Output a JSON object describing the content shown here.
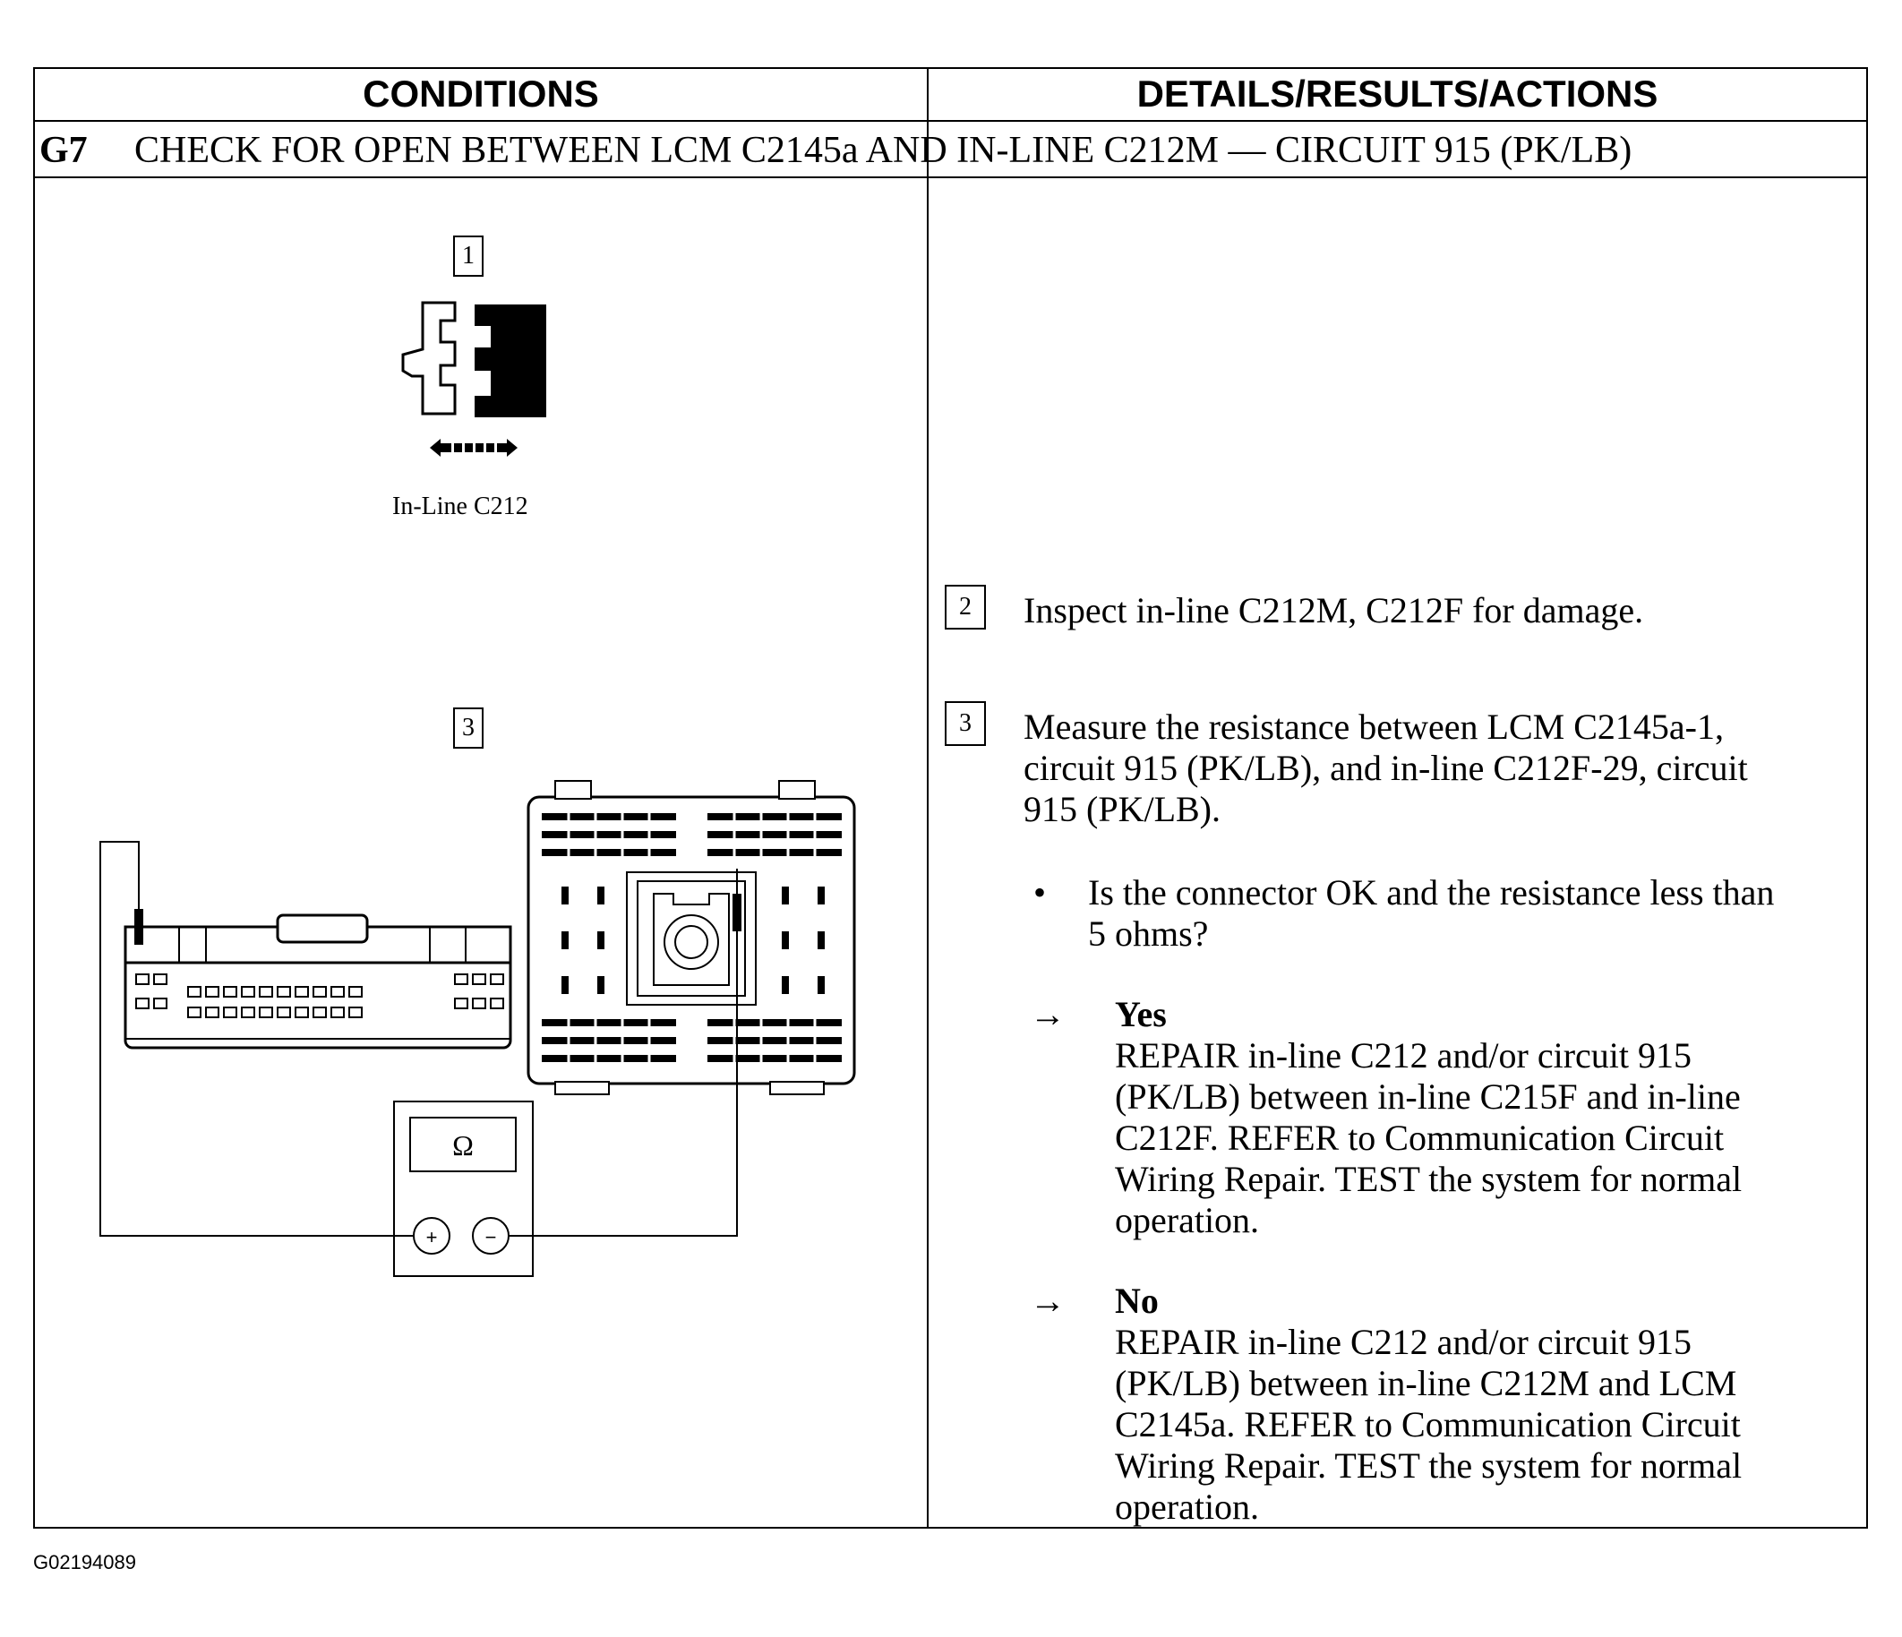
{
  "header": {
    "conditions": "CONDITIONS",
    "details": "DETAILS/RESULTS/ACTIONS"
  },
  "step": {
    "id": "G7",
    "title": "CHECK FOR OPEN BETWEEN LCM C2145a AND IN-LINE C212M — CIRCUIT 915 (PK/LB)"
  },
  "figures": {
    "fig1_marker": "1",
    "fig1_caption": "In-Line C212",
    "fig3_marker": "3",
    "meter_symbol": "Ω",
    "meter_plus": "+",
    "meter_minus": "−"
  },
  "actions": {
    "step2_marker": "2",
    "step2_text": "Inspect in-line C212M, C212F for damage.",
    "step3_marker": "3",
    "step3_line1": "Measure the resistance between LCM C2145a-1,",
    "step3_line2": "circuit 915 (PK/LB), and in-line C212F-29, circuit",
    "step3_line3": "915 (PK/LB).",
    "question_bullet": "•",
    "question_line1": "Is the connector OK and the resistance less than",
    "question_line2": "5 ohms?",
    "arrow": "→",
    "yes_label": "Yes",
    "yes_line1": "REPAIR in-line C212 and/or circuit 915",
    "yes_line2": "(PK/LB) between in-line C215F and in-line",
    "yes_line3": "C212F. REFER to Communication Circuit",
    "yes_line4": "Wiring Repair. TEST the system for normal",
    "yes_line5": "operation.",
    "no_label": "No",
    "no_line1": "REPAIR in-line C212 and/or circuit 915",
    "no_line2": "(PK/LB) between in-line C212M and LCM",
    "no_line3": "C2145a. REFER to Communication Circuit",
    "no_line4": "Wiring Repair. TEST the system for normal",
    "no_line5": "operation."
  },
  "figure_id": "G02194089"
}
